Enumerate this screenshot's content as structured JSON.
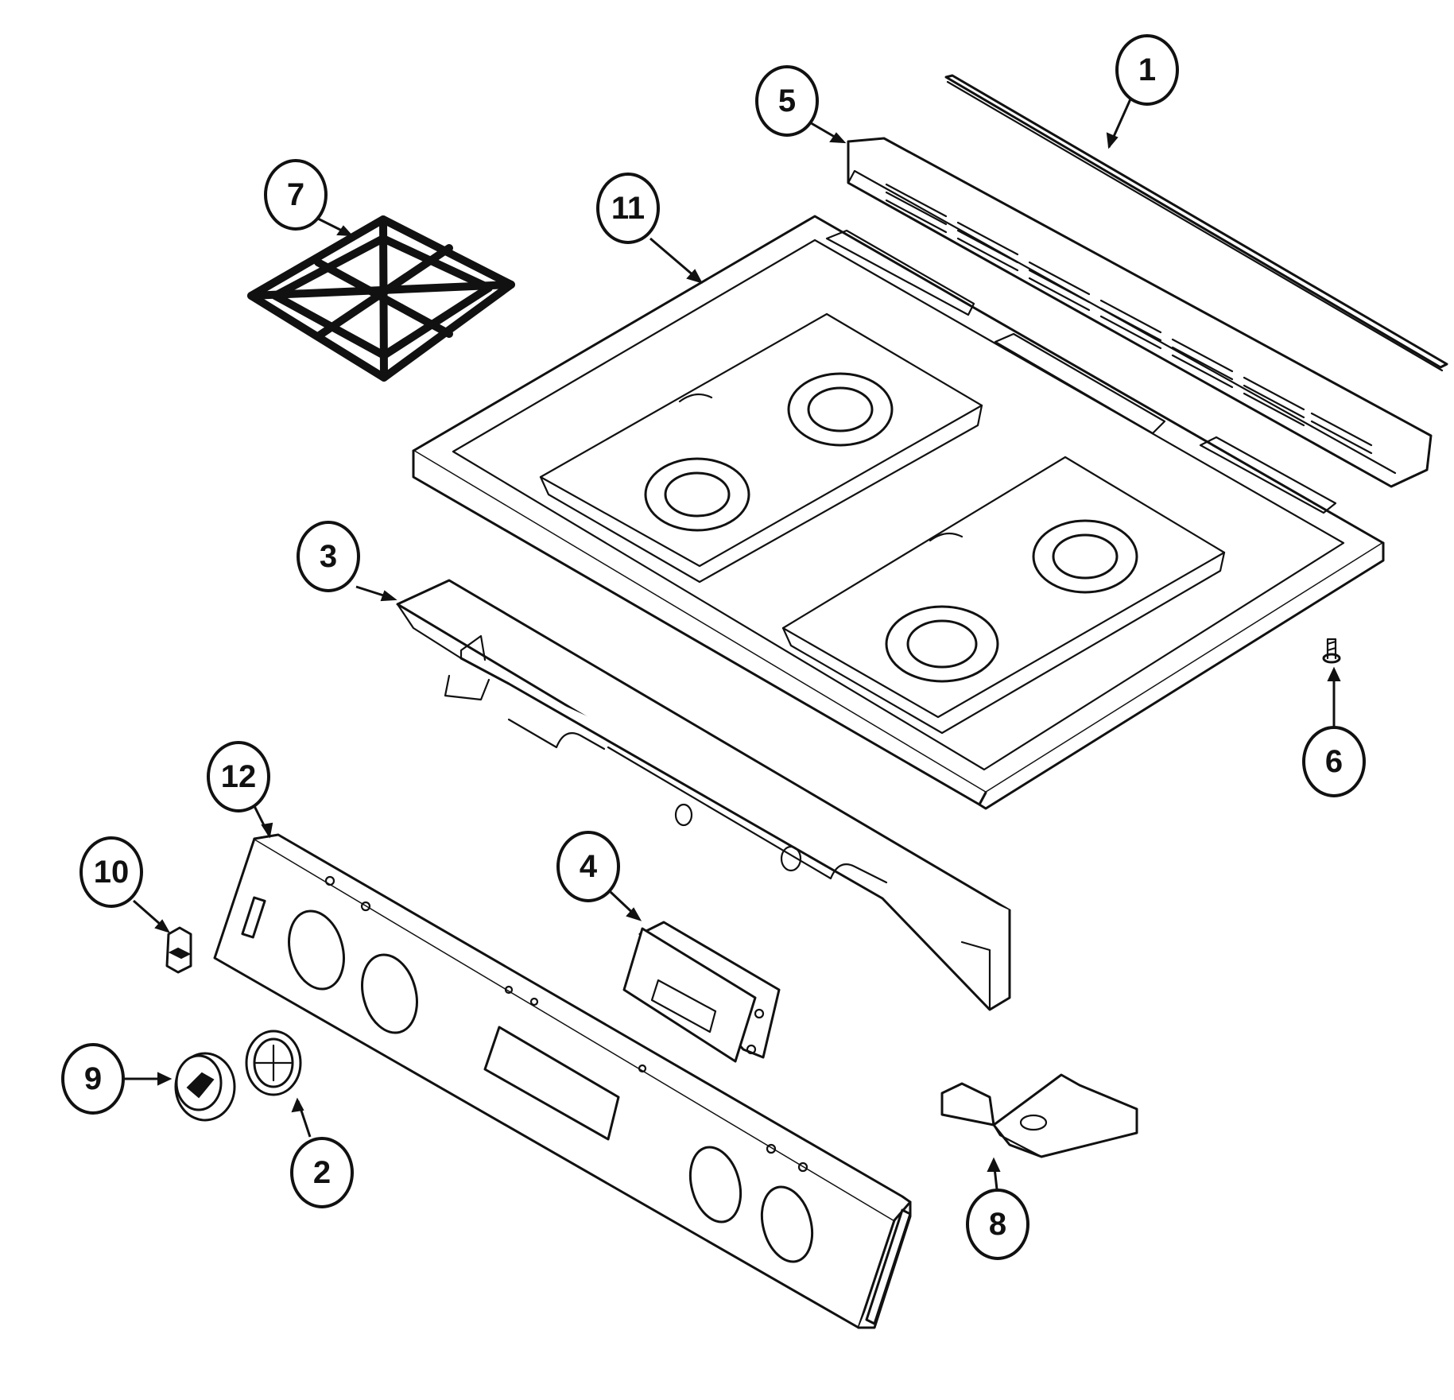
{
  "callouts": [
    {
      "id": "1",
      "part": "top-trim-strip"
    },
    {
      "id": "2",
      "part": "knob-bezel"
    },
    {
      "id": "3",
      "part": "front-manifold-panel"
    },
    {
      "id": "4",
      "part": "clock-timer"
    },
    {
      "id": "5",
      "part": "vent-trim"
    },
    {
      "id": "6",
      "part": "screw"
    },
    {
      "id": "7",
      "part": "burner-grate"
    },
    {
      "id": "8",
      "part": "bracket"
    },
    {
      "id": "9",
      "part": "control-knob"
    },
    {
      "id": "10",
      "part": "switch"
    },
    {
      "id": "11",
      "part": "cooktop"
    },
    {
      "id": "12",
      "part": "control-panel"
    }
  ],
  "colors": {
    "line": "#111111",
    "background": "#ffffff"
  }
}
